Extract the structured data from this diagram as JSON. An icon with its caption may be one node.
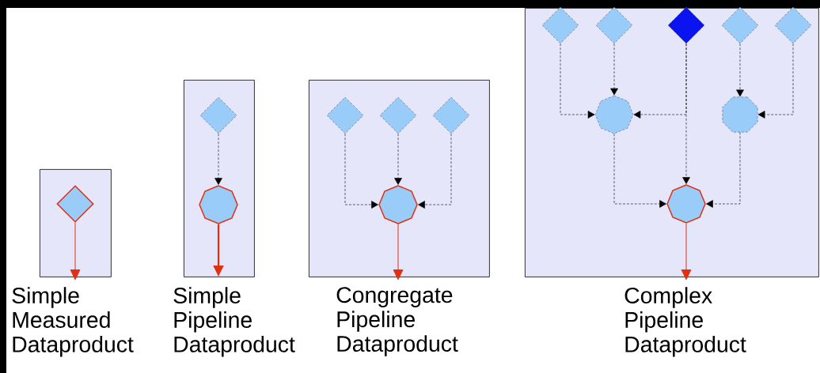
{
  "diagram": {
    "nodes": [
      {
        "text": [
          "Simple Measured Dataproduct"
        ]
      },
      {
        "text": [],
        "shape": "diamond",
        "in": 0
      },
      {
        "text": [
          "Simple Pipeline Dataproduct"
        ]
      },
      {
        "text": [],
        "shape": "diamond",
        "in": 2
      },
      {
        "text": [],
        "shape": "octagon",
        "in": 2
      },
      {
        "text": [
          "Congregate Pipeline Dataproduct"
        ]
      },
      {
        "text": [],
        "shape": "diamond",
        "in": 5
      },
      {
        "text": [],
        "shape": "diamond",
        "in": 5
      },
      {
        "text": [],
        "shape": "diamond",
        "in": 5
      },
      {
        "text": [],
        "shape": "octagon",
        "in": 5
      },
      {
        "text": [
          "Complex Pipeline Dataproduct"
        ]
      },
      {
        "text": [],
        "shape": "diamond",
        "in": 10
      },
      {
        "text": [],
        "shape": "diamond",
        "in": 10
      },
      {
        "text": [],
        "shape": "diamond",
        "in": 10
      },
      {
        "text": [],
        "shape": "diamond",
        "in": 10
      },
      {
        "text": [],
        "shape": "diamond",
        "in": 10
      },
      {
        "text": [],
        "shape": "octagon",
        "in": 10
      },
      {
        "text": [],
        "shape": "octagon",
        "in": 10
      },
      {
        "text": [],
        "shape": "octagon",
        "in": 10
      }
    ],
    "edges": [
      {
        "from": 1,
        "to": null,
        "arrow": "to",
        "color": "#e03010"
      },
      {
        "from": 3,
        "to": 4,
        "arrow": "to",
        "style": "dashed"
      },
      {
        "from": 4,
        "to": null,
        "arrow": "to",
        "style": "thick",
        "color": "#e03010"
      },
      {
        "from": 6,
        "to": 9,
        "arrow": "to",
        "style": "dashed"
      },
      {
        "from": 7,
        "to": 9,
        "arrow": "to",
        "style": "dashed"
      },
      {
        "from": 8,
        "to": 9,
        "arrow": "to",
        "style": "dashed"
      },
      {
        "from": 9,
        "to": null,
        "arrow": "to",
        "color": "#e03010"
      },
      {
        "from": 11,
        "to": 16,
        "arrow": "to",
        "style": "dashed"
      },
      {
        "from": 12,
        "to": 16,
        "arrow": "to",
        "style": "dashed"
      },
      {
        "from": 13,
        "to": 16,
        "arrow": "to",
        "style": "dashed"
      },
      {
        "from": 13,
        "to": 18,
        "arrow": "to",
        "style": "dashed"
      },
      {
        "from": 14,
        "to": 17,
        "arrow": "to",
        "style": "dashed"
      },
      {
        "from": 15,
        "to": 17,
        "arrow": "to",
        "style": "dashed"
      },
      {
        "from": 16,
        "to": 18,
        "arrow": "to",
        "style": "dashed"
      },
      {
        "from": 17,
        "to": 18,
        "arrow": "to",
        "style": "dashed"
      },
      {
        "from": 18,
        "to": null,
        "arrow": "to",
        "color": "#e03010"
      }
    ]
  }
}
